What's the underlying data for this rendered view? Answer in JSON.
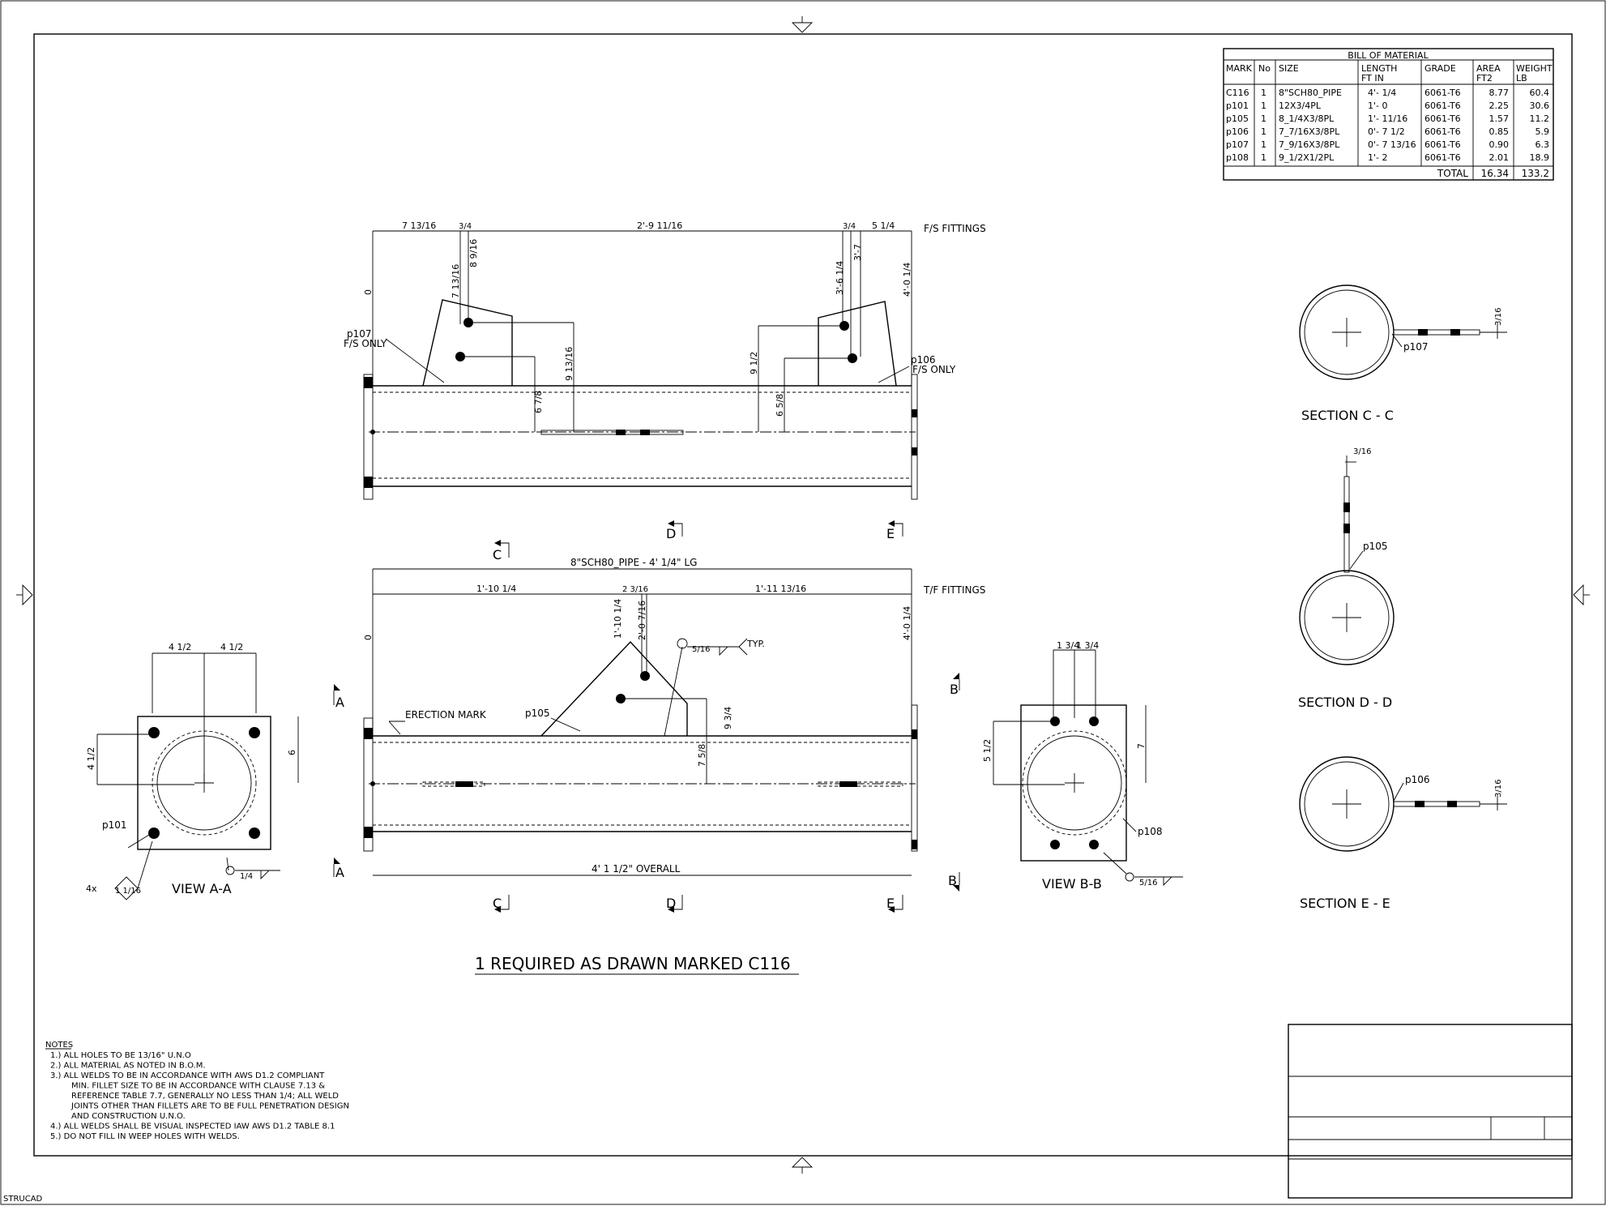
{
  "bom": {
    "title": "BILL OF MATERIAL",
    "headers": {
      "mark": "MARK",
      "no": "No",
      "size": "SIZE",
      "length": "LENGTH",
      "length_units": "FT IN",
      "grade": "GRADE",
      "area": "AREA",
      "area_units": "FT2",
      "weight": "WEIGHT",
      "weight_units": "LB"
    },
    "rows": [
      {
        "mark": "C116",
        "no": "1",
        "size": "8\"SCH80_PIPE",
        "length": "4'-  1/4",
        "grade": "6061-T6",
        "area": "8.77",
        "weight": "60.4"
      },
      {
        "mark": "p101",
        "no": "1",
        "size": "12X3/4PL",
        "length": "1'- 0",
        "grade": "6061-T6",
        "area": "2.25",
        "weight": "30.6"
      },
      {
        "mark": "p105",
        "no": "1",
        "size": "8_1/4X3/8PL",
        "length": "1'-   11/16",
        "grade": "6061-T6",
        "area": "1.57",
        "weight": "11.2"
      },
      {
        "mark": "p106",
        "no": "1",
        "size": "7_7/16X3/8PL",
        "length": "0'- 7 1/2",
        "grade": "6061-T6",
        "area": "0.85",
        "weight": "5.9"
      },
      {
        "mark": "p107",
        "no": "1",
        "size": "7_9/16X3/8PL",
        "length": "0'- 7 13/16",
        "grade": "6061-T6",
        "area": "0.90",
        "weight": "6.3"
      },
      {
        "mark": "p108",
        "no": "1",
        "size": "9_1/2X1/2PL",
        "length": "1'- 2",
        "grade": "6061-T6",
        "area": "2.01",
        "weight": "18.9"
      }
    ],
    "total_label": "TOTAL",
    "total_area": "16.34",
    "total_weight": "133.2"
  },
  "top_view": {
    "label": "F/S FITTINGS",
    "dims": {
      "left_end": "7 13/16",
      "left_small": "3/4",
      "span": "2'-9 11/16",
      "right_small": "3/4",
      "right_end": "5 1/4",
      "zero": "0",
      "d1": "7 13/16",
      "d2": "8 9/16",
      "d3": "3'-6 1/4",
      "d4": "3'-7",
      "d5": "4'-0 1/4",
      "v1": "9 13/16",
      "v2": "6 7/8",
      "v3": "9 1/2",
      "v4": "6 5/8"
    },
    "callouts": {
      "p107": "p107",
      "p107_note": "F/S ONLY",
      "p106": "p106",
      "p106_note": "F/S ONLY"
    }
  },
  "front_view": {
    "label": "T/F FITTINGS",
    "pipe_callout": "8\"SCH80_PIPE - 4' 1/4\" LG",
    "dims": {
      "left": "1'-10 1/4",
      "mid": "2 3/16",
      "right": "1'-11 13/16",
      "zero": "0",
      "end": "4'-0 1/4",
      "h1": "1'-10 1/4",
      "h2": "2'-0 7/16",
      "v1": "9 3/4",
      "v2": "7 5/8"
    },
    "overall": "4' 1 1/2\" OVERALL",
    "erection_mark": "ERECTION MARK",
    "p105": "p105",
    "weld_size": "5/16",
    "weld_typ": "TYP."
  },
  "section_markers": {
    "a": "A",
    "b": "B",
    "c": "C",
    "d": "D",
    "e": "E"
  },
  "view_aa": {
    "title": "VIEW A-A",
    "dim_left": "4 1/2",
    "dim_right": "4 1/2",
    "dim_side": "4 1/2",
    "dim_h": "6",
    "p101": "p101",
    "holes": "4x",
    "hole_size": "1 1/16",
    "weld": "1/4"
  },
  "view_bb": {
    "title": "VIEW B-B",
    "dim_left": "1 3/4",
    "dim_right": "1 3/4",
    "dim_side": "5 1/2",
    "dim_h": "7",
    "p108": "p108",
    "weld": "5/16"
  },
  "sections": {
    "cc": {
      "title": "SECTION C - C",
      "part": "p107",
      "weld": "3/16"
    },
    "dd": {
      "title": "SECTION D - D",
      "part": "p105",
      "weld": "3/16"
    },
    "ee": {
      "title": "SECTION E - E",
      "part": "p106",
      "weld": "3/16"
    }
  },
  "required": "1 REQUIRED AS DRAWN MARKED C116",
  "notes": {
    "heading": "NOTES",
    "lines": [
      "1.) ALL HOLES TO BE 13/16\" U.N.O",
      "2.) ALL MATERIAL AS NOTED IN B.O.M.",
      "3.) ALL WELDS TO BE IN ACCORDANCE WITH AWS D1.2 COMPLIANT",
      "MIN. FILLET SIZE TO BE IN ACCORDANCE WITH CLAUSE 7.13 &",
      "REFERENCE TABLE 7.7, GENERALLY NO LESS THAN 1/4; ALL WELD",
      "JOINTS OTHER THAN FILLETS ARE TO BE FULL PENETRATION DESIGN",
      "AND CONSTRUCTION U.N.O.",
      "4.) ALL WELDS SHALL BE VISUAL INSPECTED IAW AWS D1.2 TABLE 8.1",
      "5.) DO NOT FILL IN WEEP HOLES WITH WELDS."
    ]
  },
  "software_tag": "STRUCAD"
}
